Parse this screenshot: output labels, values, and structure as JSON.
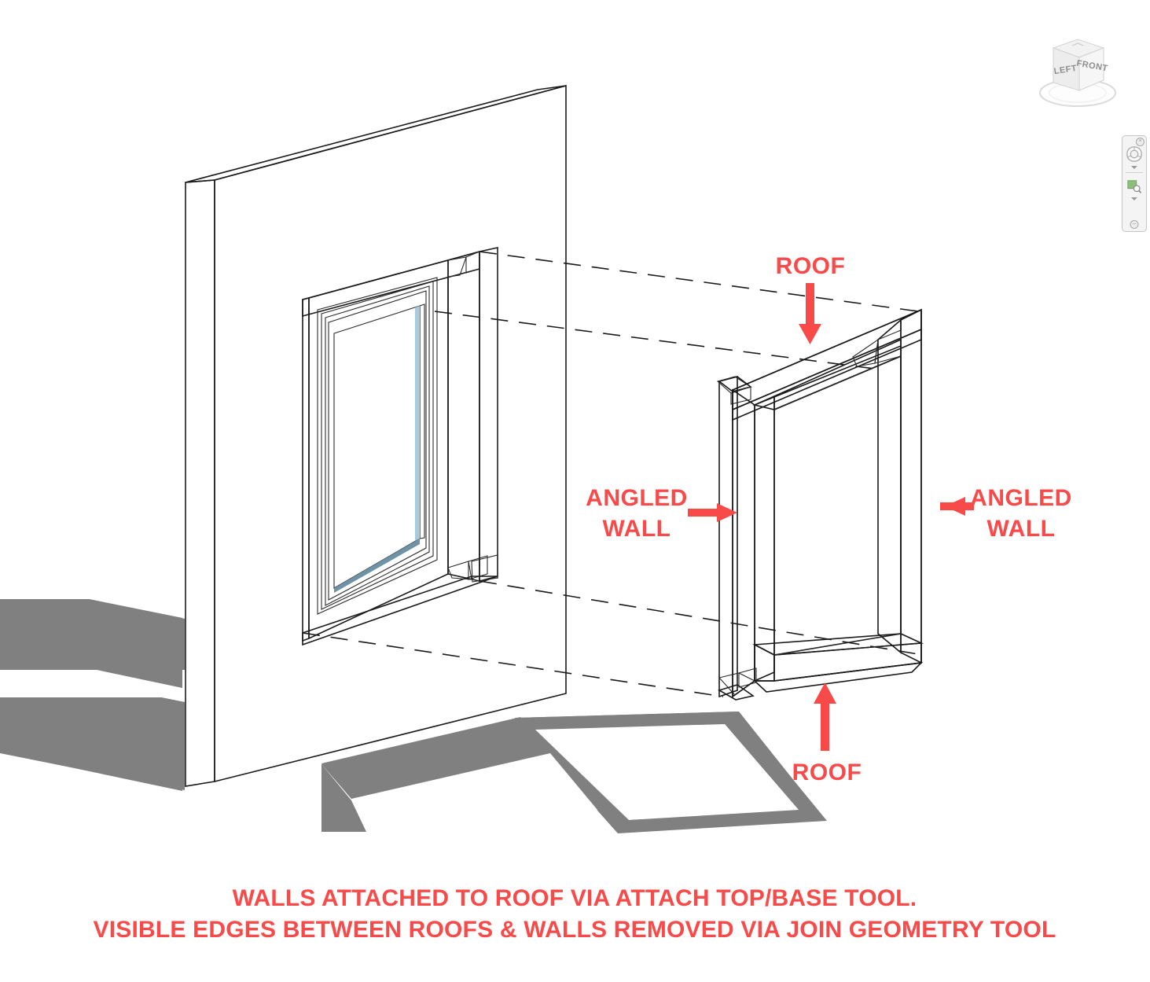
{
  "view": {
    "application": "Revit 3D View",
    "background_color": "#ffffff"
  },
  "viewcube": {
    "name": "view-cube",
    "face_left_label": "LEFT",
    "face_front_label": "FRONT",
    "cube_color": "#f0f0f0",
    "text_color": "#8e8e8e"
  },
  "navbar": {
    "name": "navigation-bar",
    "close_glyph": "×",
    "minimize_glyph": "–",
    "items": [
      {
        "icon": "steering-wheel-icon",
        "label": "Full Navigation Wheel"
      },
      {
        "icon": "chevron-down-icon",
        "label": "Wheel options"
      },
      {
        "icon": "zoom-region-icon",
        "label": "Zoom Region"
      },
      {
        "icon": "chevron-down-icon",
        "label": "Zoom options"
      }
    ]
  },
  "annotations": [
    {
      "id": "roof-top",
      "text": "ROOF",
      "arrow_direction": "down"
    },
    {
      "id": "angled-wall-left",
      "text": "ANGLED\nWALL",
      "line1": "ANGLED",
      "line2": "WALL",
      "arrow_direction": "right"
    },
    {
      "id": "angled-wall-right",
      "text": "ANGLED\nWALL",
      "line1": "ANGLED",
      "line2": "WALL",
      "arrow_direction": "left"
    },
    {
      "id": "roof-bottom",
      "text": "ROOF",
      "arrow_direction": "up"
    }
  ],
  "caption": {
    "line1": "WALLS ATTACHED TO ROOF VIA ATTACH TOP/BASE TOOL.",
    "line2": "VISIBLE EDGES BETWEEN ROOFS & WALLS REMOVED VIA JOIN GEOMETRY TOOL",
    "color": "#f94a4a"
  },
  "colors": {
    "annotation_red": "#f94a4a",
    "wall_face": "#e0c186",
    "wall_top": "#e4c795",
    "wall_side_dark": "#c2a269",
    "wall_shadow_dark": "#8a7240",
    "glass": "#bcdaed",
    "glass_edge": "#7fa6bb",
    "frame_light": "#eccfa3",
    "frame_mid": "#dfb887",
    "ground_shadow": "#808080",
    "edge_line": "#1a1a1a"
  },
  "geometry": {
    "main_wall": {
      "name": "wall-with-window",
      "material": "tan"
    },
    "window": {
      "name": "window-assembly",
      "glass_color": "#bcdaed"
    },
    "exploded_frame": {
      "name": "exploded-wall-roof-frame"
    },
    "shadows": [
      {
        "name": "wall-ground-shadow"
      },
      {
        "name": "frame-ground-shadow"
      }
    ],
    "projection_lines": {
      "name": "projection-dashed-lines",
      "count": 4
    }
  }
}
